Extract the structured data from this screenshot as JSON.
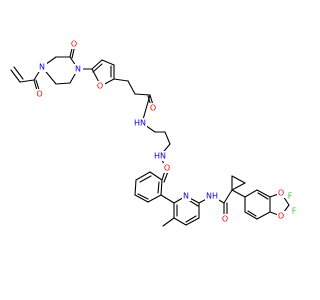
{
  "molecule": {
    "atoms": {
      "o_acryl": {
        "text": "O",
        "color": "#ff0000"
      },
      "n_pip1": {
        "text": "N",
        "color": "#0000ff"
      },
      "n_pip2": {
        "text": "N",
        "color": "#0000ff"
      },
      "o_pip": {
        "text": "O",
        "color": "#ff0000"
      },
      "o_furan": {
        "text": "O",
        "color": "#ff0000"
      },
      "o_amide1": {
        "text": "O",
        "color": "#ff0000"
      },
      "n_amide1": {
        "text": "HN",
        "color": "#0000ff"
      },
      "n_amide2": {
        "text": "HN",
        "color": "#0000ff"
      },
      "o_amide2": {
        "text": "O",
        "color": "#ff0000"
      },
      "n_pyr": {
        "text": "N",
        "color": "#0000ff"
      },
      "n_amide3": {
        "text": "NH",
        "color": "#0000ff"
      },
      "o_amide3": {
        "text": "O",
        "color": "#ff0000"
      },
      "o_diox1": {
        "text": "O",
        "color": "#ff0000"
      },
      "o_diox2": {
        "text": "O",
        "color": "#ff0000"
      },
      "f_1": {
        "text": "F",
        "color": "#33cc33"
      },
      "f_2": {
        "text": "F",
        "color": "#33cc33"
      }
    }
  }
}
